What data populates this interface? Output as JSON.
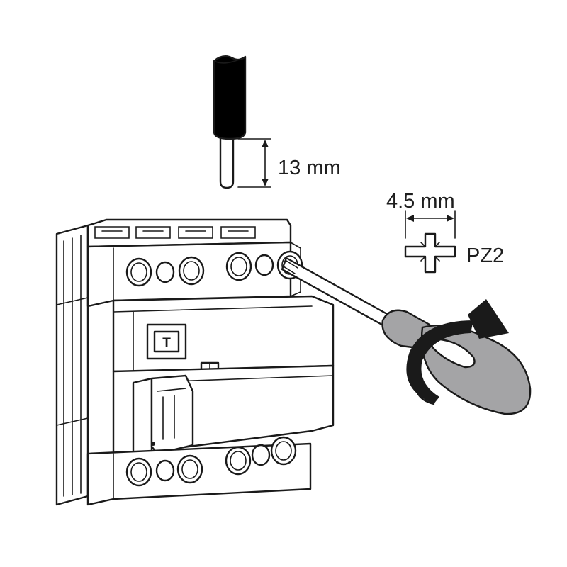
{
  "wire": {
    "strip_length_label": "13 mm"
  },
  "screwdriver": {
    "tip_width_label": "4.5 mm",
    "tip_type_label": "PZ2"
  },
  "device": {
    "test_button_label": "T"
  },
  "colors": {
    "wire_insulation": "#a4a4a6",
    "handle": "#a4a4a6",
    "outline": "#1a1a1a",
    "background": "#ffffff"
  },
  "icons": [
    "stripped-wire-icon",
    "pozidriv-cross-icon",
    "screwdriver-icon",
    "rotation-arrow-icon",
    "residual-current-device-icon"
  ]
}
